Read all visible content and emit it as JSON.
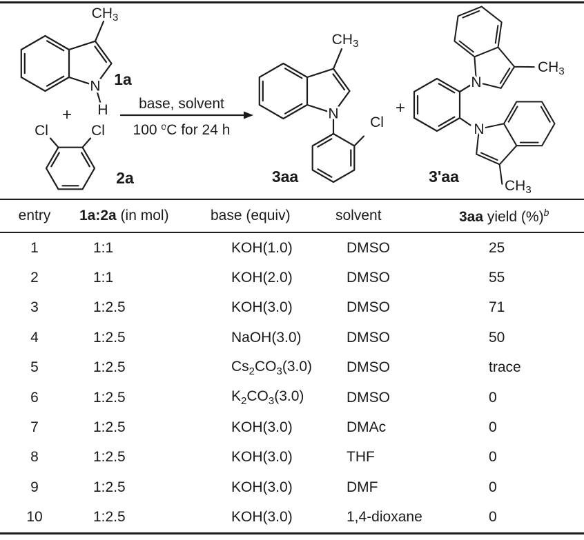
{
  "colors": {
    "bond": "#1c1c1c",
    "highlight": "#ed1c24",
    "text": "#1a1a1a"
  },
  "scheme": {
    "reactant_1a": {
      "label": "1a",
      "methyl": "CH",
      "methyl_sub": "3",
      "n": "N",
      "h": "H"
    },
    "plus_left": "+",
    "reactant_2a": {
      "label": "2a",
      "cl_left": "Cl",
      "cl_right": "Cl"
    },
    "arrow": {
      "line1": "base, solvent",
      "line2_pre": "100 ",
      "line2_sup": "o",
      "line2_post": "C for 24 h"
    },
    "product_3aa": {
      "label": "3aa",
      "methyl": "CH",
      "methyl_sub": "3",
      "n": "N",
      "cl": "Cl"
    },
    "plus_right": "+",
    "product_3paa": {
      "label": "3'aa",
      "methyl_top": "CH",
      "methyl_top_sub": "3",
      "methyl_bottom": "CH",
      "methyl_bottom_sub": "3",
      "n_top": "N",
      "n_bottom": "N"
    }
  },
  "table": {
    "headers": {
      "entry": "entry",
      "ratio_bold": "1a:2a",
      "ratio_rest": " (in mol)",
      "base": "base (equiv)",
      "solvent": "solvent",
      "yield_bold": "3aa",
      "yield_rest": " yield (%)",
      "yield_sup": "b"
    },
    "rows": [
      {
        "entry": "1",
        "ratio": "1:1",
        "base": [
          [
            "KOH(1.0)",
            0
          ]
        ],
        "solvent": "DMSO",
        "yield": "25"
      },
      {
        "entry": "2",
        "ratio": "1:1",
        "base": [
          [
            "KOH(2.0)",
            0
          ]
        ],
        "solvent": "DMSO",
        "yield": "55"
      },
      {
        "entry": "3",
        "ratio": "1:2.5",
        "base": [
          [
            "KOH(3.0)",
            0
          ]
        ],
        "solvent": "DMSO",
        "yield": "71"
      },
      {
        "entry": "4",
        "ratio": "1:2.5",
        "base": [
          [
            "NaOH(3.0)",
            0
          ]
        ],
        "solvent": "DMSO",
        "yield": "50"
      },
      {
        "entry": "5",
        "ratio": "1:2.5",
        "base": [
          [
            "Cs",
            0
          ],
          [
            "2",
            1
          ],
          [
            "CO",
            0
          ],
          [
            "3",
            1
          ],
          [
            "(3.0)",
            0
          ]
        ],
        "solvent": "DMSO",
        "yield": "trace"
      },
      {
        "entry": "6",
        "ratio": "1:2.5",
        "base": [
          [
            "K",
            0
          ],
          [
            "2",
            1
          ],
          [
            "CO",
            0
          ],
          [
            "3",
            1
          ],
          [
            "(3.0)",
            0
          ]
        ],
        "solvent": "DMSO",
        "yield": "0"
      },
      {
        "entry": "7",
        "ratio": "1:2.5",
        "base": [
          [
            "KOH(3.0)",
            0
          ]
        ],
        "solvent": "DMAc",
        "yield": "0"
      },
      {
        "entry": "8",
        "ratio": "1:2.5",
        "base": [
          [
            "KOH(3.0)",
            0
          ]
        ],
        "solvent": "THF",
        "yield": "0"
      },
      {
        "entry": "9",
        "ratio": "1:2.5",
        "base": [
          [
            "KOH(3.0)",
            0
          ]
        ],
        "solvent": "DMF",
        "yield": "0"
      },
      {
        "entry": "10",
        "ratio": "1:2.5",
        "base": [
          [
            "KOH(3.0)",
            0
          ]
        ],
        "solvent": "1,4-dioxane",
        "yield": "0"
      }
    ]
  }
}
